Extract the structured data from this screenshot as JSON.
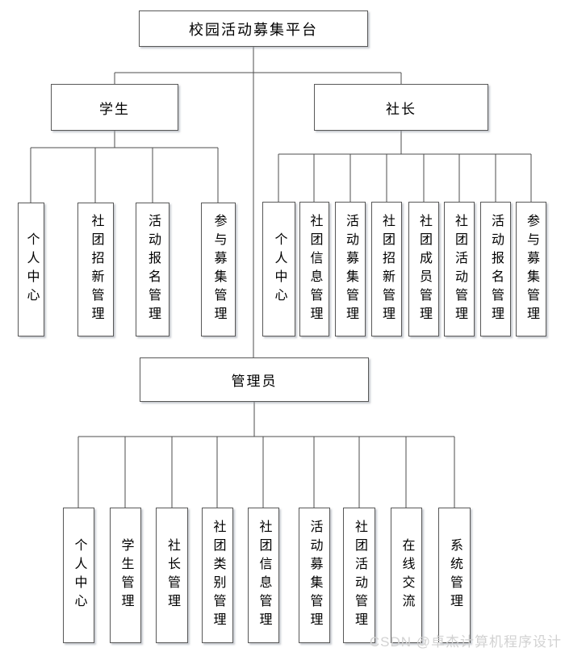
{
  "diagram": {
    "title": "校园活动募集平台",
    "root": {
      "label": "校园活动募集平台"
    },
    "branches": [
      {
        "id": "student",
        "label": "学生",
        "children": [
          "个人中心",
          "社团招新管理",
          "活动报名管理",
          "参与募集管理"
        ]
      },
      {
        "id": "president",
        "label": "社长",
        "children": [
          "个人中心",
          "社团信息管理",
          "活动募集管理",
          "社团招新管理",
          "社团成员管理",
          "社团活动管理",
          "活动报名管理",
          "参与募集管理"
        ]
      },
      {
        "id": "admin",
        "label": "管理员",
        "children": [
          "个人中心",
          "学生管理",
          "社长管理",
          "社团类别管理",
          "社团信息管理",
          "活动募集管理",
          "社团活动管理",
          "在线交流",
          "系统管理"
        ]
      }
    ]
  },
  "watermark": {
    "text": "CSDN @卓杰计算机程序设计"
  },
  "colors": {
    "line": "#4d4d4d",
    "box_border": "#585858",
    "box_fill": "#ffffff",
    "text": "#000000",
    "watermark": "#d2d2d2"
  }
}
